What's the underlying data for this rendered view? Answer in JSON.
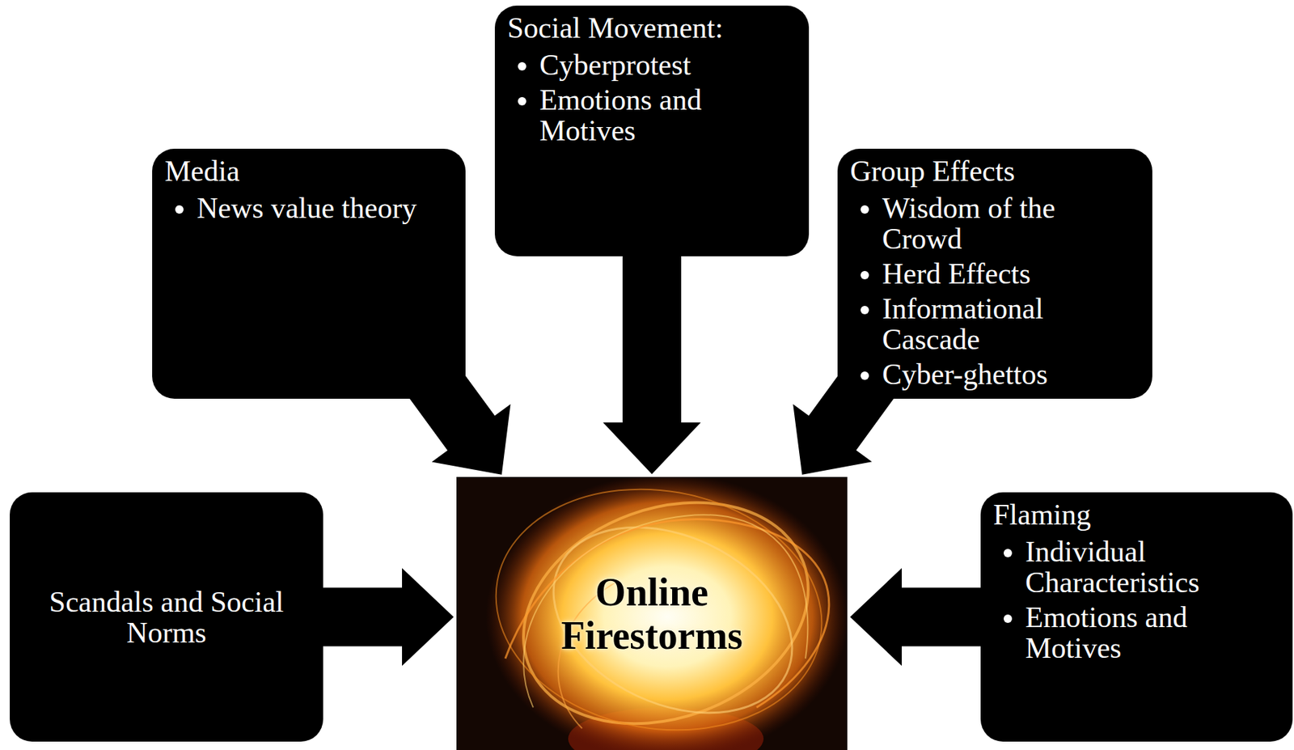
{
  "diagram": {
    "nodes": [
      {
        "text": [
          "Social Movement:",
          "Cyberprotest",
          "Emotions and Motives"
        ]
      },
      {
        "text": [
          "Media",
          "News value theory"
        ]
      },
      {
        "text": [
          "Group Effects",
          "Wisdom of the Crowd",
          "Herd Effects",
          "Informational Cascade",
          "Cyber-ghettos"
        ]
      },
      {
        "text": [
          "Scandals and Social Norms"
        ]
      },
      {
        "text": [
          "Online Firestorms"
        ]
      },
      {
        "text": [
          "Flaming",
          "Individual Characteristics",
          "Emotions and Motives"
        ]
      }
    ],
    "edges": [
      {
        "from": 1,
        "to": 4,
        "arrow": "to"
      },
      {
        "from": 0,
        "to": 4,
        "arrow": "to"
      },
      {
        "from": 2,
        "to": 4,
        "arrow": "to"
      },
      {
        "from": 3,
        "to": 4,
        "arrow": "to"
      },
      {
        "from": 5,
        "to": 4,
        "arrow": "to"
      }
    ]
  }
}
